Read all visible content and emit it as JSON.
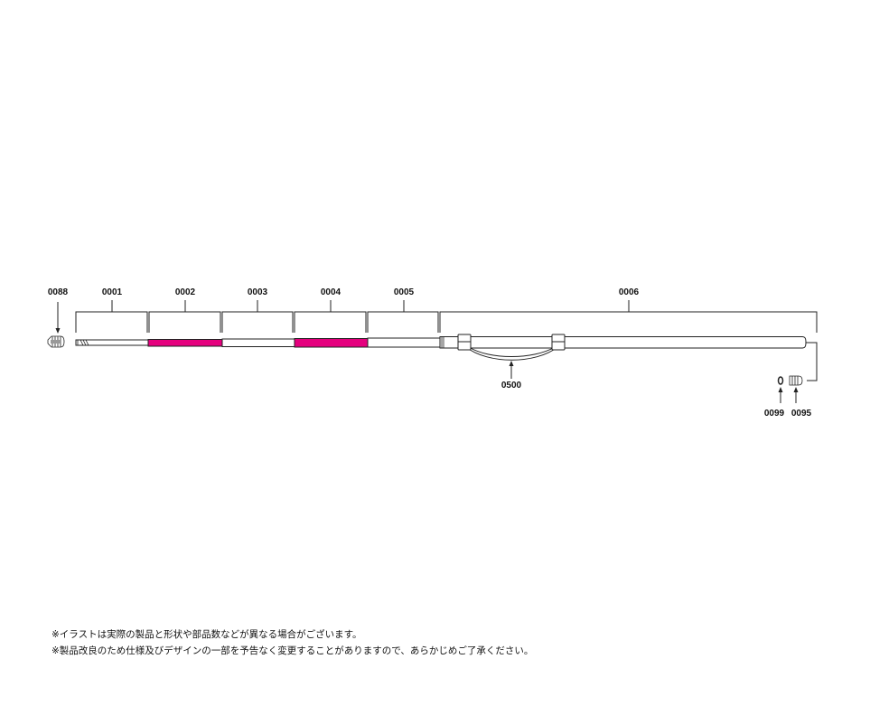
{
  "colors": {
    "line": "#222222",
    "highlight": "#e5007e",
    "rod_fill": "#ffffff"
  },
  "parts": {
    "p0088": "0088",
    "p0001": "0001",
    "p0002": "0002",
    "p0003": "0003",
    "p0004": "0004",
    "p0005": "0005",
    "p0006": "0006",
    "p0500": "0500",
    "p0099": "0099",
    "p0095": "0095"
  },
  "notes": [
    "※イラストは実際の製品と形状や部品数などが異なる場合がございます。",
    "※製品改良のため仕様及びデザインの一部を予告なく変更することがありますので、あらかじめご了承ください。"
  ]
}
